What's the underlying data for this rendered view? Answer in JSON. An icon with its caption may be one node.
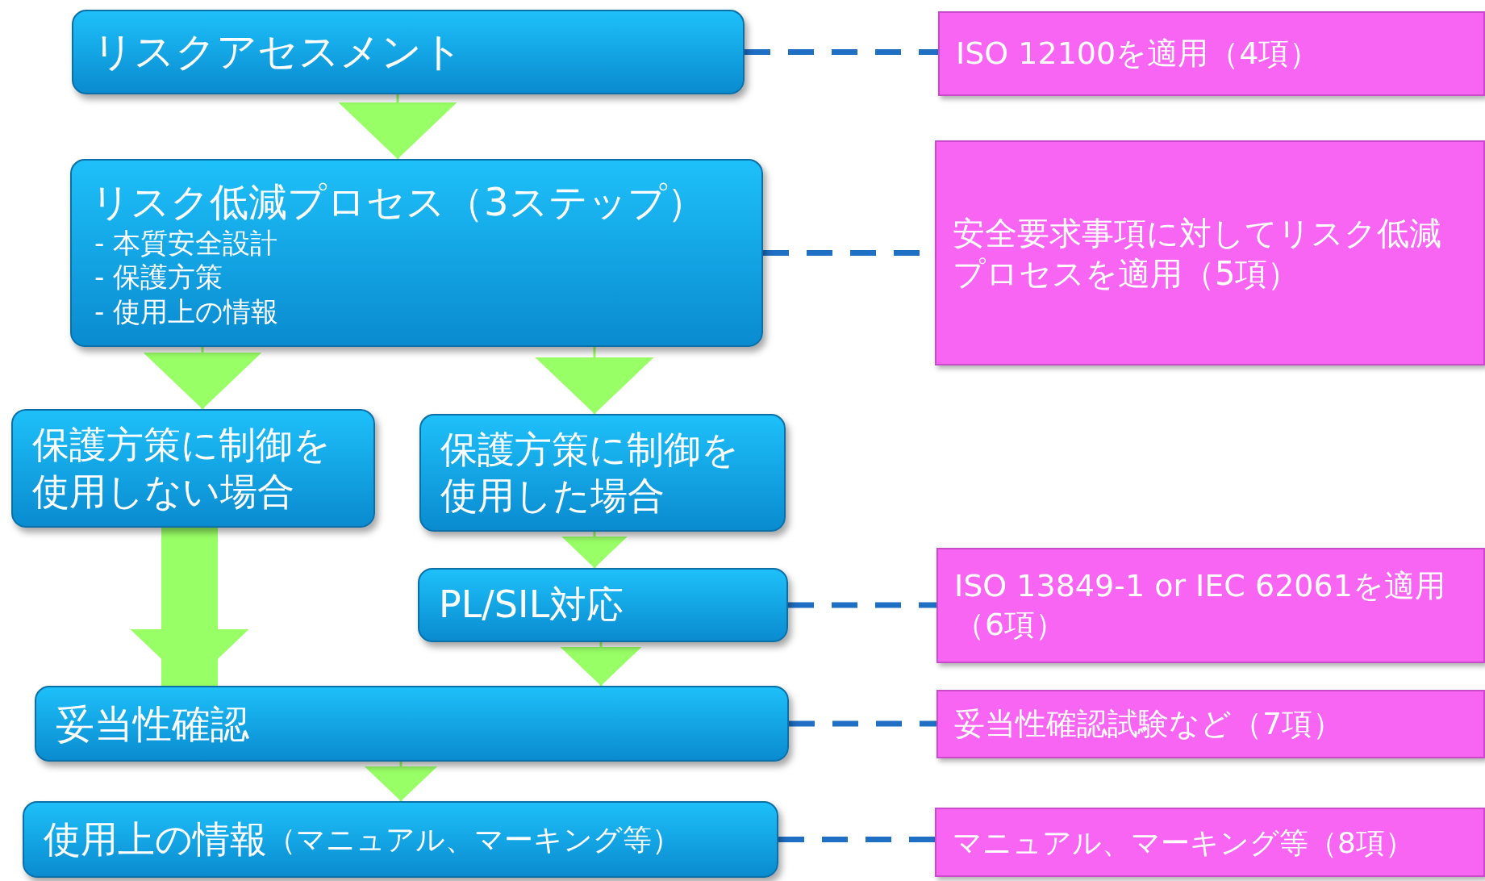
{
  "diagram": {
    "nodes": [
      {
        "text": [
          "リスクアセスメント"
        ]
      },
      {
        "text": [
          "リスク低減プロセス（3ステップ）",
          "- 本質安全設計",
          "- 保護方策",
          "- 使用上の情報"
        ]
      },
      {
        "text": [
          "保護方策に制御を使用しない場合"
        ]
      },
      {
        "text": [
          "保護方策に制御を使用した場合"
        ]
      },
      {
        "text": [
          "PL/SIL対応"
        ]
      },
      {
        "text": [
          "妥当性確認"
        ]
      },
      {
        "text": [
          "使用上の情報",
          "（マニュアル、マーキング等）"
        ]
      },
      {
        "text": [
          "ISO 12100を適用（4項）"
        ]
      },
      {
        "text": [
          "安全要求事項に対してリスク低減プロセスを適用（5項）"
        ]
      },
      {
        "text": [
          "ISO 13849-1 or IEC 62061を適用（6項）"
        ]
      },
      {
        "text": [
          "妥当性確認試験など（7項）"
        ]
      },
      {
        "text": [
          "マニュアル、マーキング等（8項）"
        ]
      }
    ],
    "edges": [
      {
        "from": 0,
        "to": 1,
        "arrow": "to"
      },
      {
        "from": 1,
        "to": 2,
        "arrow": "to"
      },
      {
        "from": 1,
        "to": 3,
        "arrow": "to"
      },
      {
        "from": 2,
        "to": 5,
        "arrow": "to",
        "style": "thick"
      },
      {
        "from": 3,
        "to": 4,
        "arrow": "to"
      },
      {
        "from": 4,
        "to": 5,
        "arrow": "to"
      },
      {
        "from": 5,
        "to": 6,
        "arrow": "to"
      },
      {
        "from": 0,
        "to": 7,
        "arrow": "none",
        "style": "dashed",
        "color": "#1f6fc4"
      },
      {
        "from": 1,
        "to": 8,
        "arrow": "none",
        "style": "dashed",
        "color": "#1f6fc4"
      },
      {
        "from": 4,
        "to": 9,
        "arrow": "none",
        "style": "dashed",
        "color": "#1f6fc4"
      },
      {
        "from": 5,
        "to": 10,
        "arrow": "none",
        "style": "dashed",
        "color": "#1f6fc4"
      },
      {
        "from": 6,
        "to": 11,
        "arrow": "none",
        "style": "dashed",
        "color": "#1f6fc4"
      }
    ]
  }
}
